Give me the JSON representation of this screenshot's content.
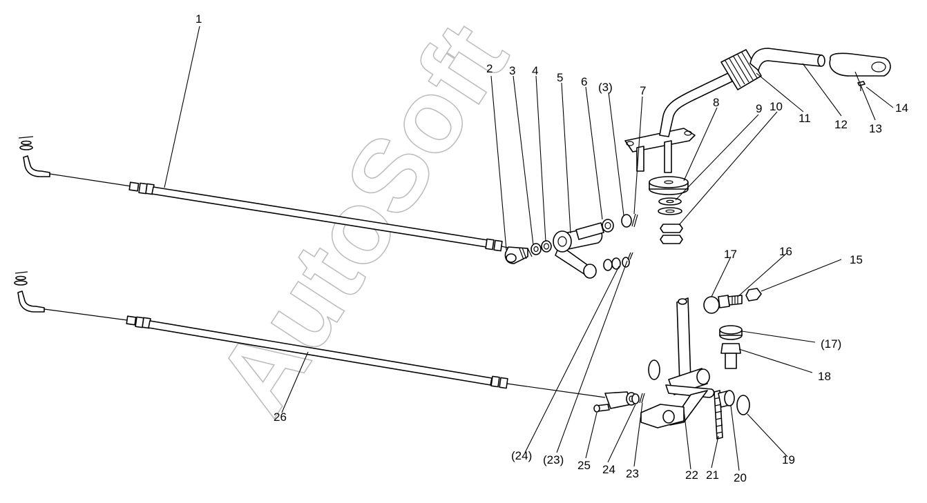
{
  "diagram": {
    "watermark": "AutoSoft",
    "callouts": [
      {
        "id": "c1",
        "text": "1"
      },
      {
        "id": "c2",
        "text": "2"
      },
      {
        "id": "c3",
        "text": "3"
      },
      {
        "id": "c4",
        "text": "4"
      },
      {
        "id": "c5",
        "text": "5"
      },
      {
        "id": "c6",
        "text": "6"
      },
      {
        "id": "c3b",
        "text": "(3)"
      },
      {
        "id": "c7",
        "text": "7"
      },
      {
        "id": "c8",
        "text": "8"
      },
      {
        "id": "c9",
        "text": "9"
      },
      {
        "id": "c10",
        "text": "10"
      },
      {
        "id": "c11",
        "text": "11"
      },
      {
        "id": "c12",
        "text": "12"
      },
      {
        "id": "c13",
        "text": "13"
      },
      {
        "id": "c14",
        "text": "14"
      },
      {
        "id": "c15",
        "text": "15"
      },
      {
        "id": "c16",
        "text": "16"
      },
      {
        "id": "c17",
        "text": "17"
      },
      {
        "id": "c17b",
        "text": "(17)"
      },
      {
        "id": "c18",
        "text": "18"
      },
      {
        "id": "c19",
        "text": "19"
      },
      {
        "id": "c20",
        "text": "20"
      },
      {
        "id": "c21",
        "text": "21"
      },
      {
        "id": "c22",
        "text": "22"
      },
      {
        "id": "c23",
        "text": "23"
      },
      {
        "id": "c24",
        "text": "24"
      },
      {
        "id": "c25",
        "text": "25"
      },
      {
        "id": "c23b",
        "text": "(23)"
      },
      {
        "id": "c24b",
        "text": "(24)"
      },
      {
        "id": "c26",
        "text": "26"
      }
    ]
  }
}
